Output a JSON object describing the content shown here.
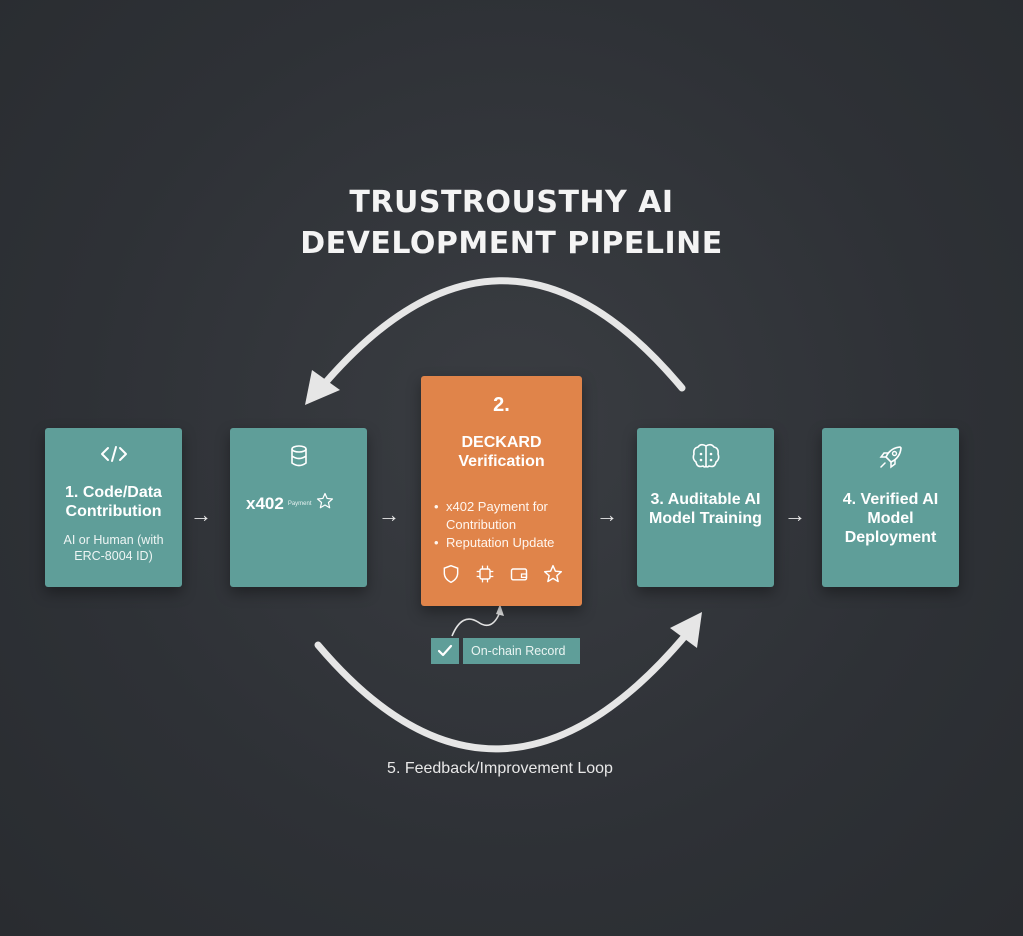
{
  "title": {
    "line1": "TRUSTROUSTHY AI",
    "line2": "DEVELOPMENT PIPELINE"
  },
  "steps": [
    {
      "icon": "code-icon",
      "title": "1. Code/Data Contribution",
      "subtitle": "AI or Human (with ERC-8004 ID)"
    },
    {
      "icon": "database-icon",
      "title": "x402",
      "tiny_text": "Payment",
      "star_icon": "star-icon"
    },
    {
      "icon": "",
      "number": "2.",
      "title": "DECKARD Verification",
      "bullets": [
        "x402 Payment for Contribution",
        "Reputation Update"
      ],
      "icons": [
        "shield-icon",
        "chip-icon",
        "wallet-icon",
        "star-icon"
      ]
    },
    {
      "icon": "brain-icon",
      "title": "3. Auditable AI Model Training"
    },
    {
      "icon": "rocket-icon",
      "title": "4. Verified AI Model Deployment"
    }
  ],
  "onchain_record": {
    "label": "On-chain Record",
    "icon": "check-icon"
  },
  "loop_label": "5. Feedback/Improvement Loop",
  "colors": {
    "teal": "#5f9e99",
    "orange": "#e0844a",
    "background": "#2e3136",
    "arrow": "#e6e6e6"
  }
}
